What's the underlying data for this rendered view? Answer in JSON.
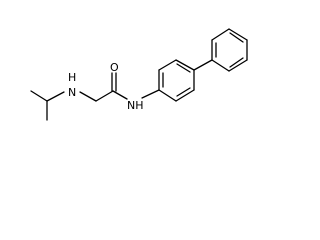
{
  "diagram": {
    "type": "chemical-structure",
    "atom_labels": {
      "amine": "H",
      "amine_n": "N",
      "carbonyl_o": "O",
      "amide_nh": "NH"
    }
  },
  "colors": {
    "background": "#ffffff",
    "bond": "#000000",
    "text": "#000000"
  }
}
